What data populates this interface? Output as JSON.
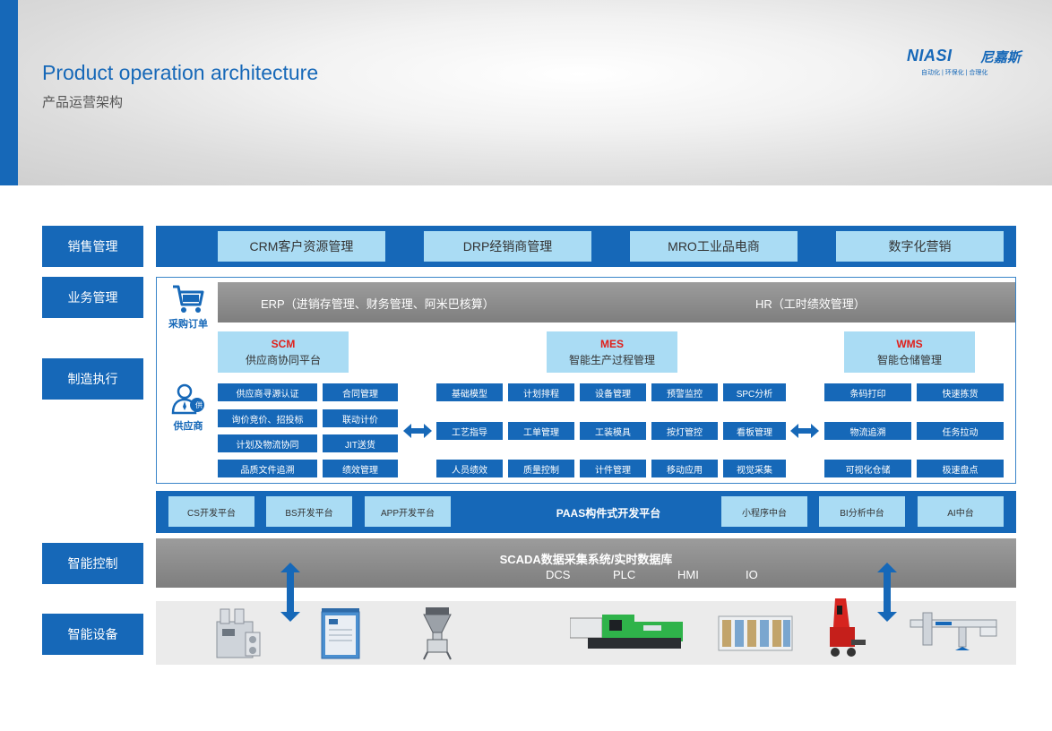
{
  "header": {
    "title_en": "Product operation architecture",
    "title_cn": "产品运营架构",
    "logo_mark": "NIASI",
    "logo_cn": "尼嘉斯",
    "logo_tagline": "自动化 | 环保化 | 合理化"
  },
  "side_labels": [
    "销售管理",
    "业务管理",
    "制造执行",
    "智能控制",
    "智能设备"
  ],
  "sales": [
    "CRM客户资源管理",
    "DRP经销商管理",
    "MRO工业品电商",
    "数字化营销"
  ],
  "business": {
    "purchase_label": "采购订单",
    "supplier_label": "供应商",
    "supplier_badge": "供",
    "erp": "ERP（进销存管理、财务管理、阿米巴核算）",
    "hr": "HR（工时绩效管理）"
  },
  "scm": {
    "name": "SCM",
    "subtitle": "供应商协同平台",
    "items": [
      "供应商寻源认证",
      "合同管理",
      "询价竞价、招投标",
      "联动计价",
      "计划及物流协同",
      "JIT送货",
      "品质文件追溯",
      "绩效管理"
    ]
  },
  "mes": {
    "name": "MES",
    "subtitle": "智能生产过程管理",
    "items": [
      "基础模型",
      "计划排程",
      "设备管理",
      "预警监控",
      "SPC分析",
      "工艺指导",
      "工单管理",
      "工装模具",
      "按灯管控",
      "看板管理",
      "人员绩效",
      "质量控制",
      "计件管理",
      "移动应用",
      "视觉采集"
    ]
  },
  "wms": {
    "name": "WMS",
    "subtitle": "智能仓储管理",
    "items": [
      "条码打印",
      "快速拣货",
      "物流追溯",
      "任务拉动",
      "可视化仓储",
      "极速盘点"
    ]
  },
  "platform": {
    "left": [
      "CS开发平台",
      "BS开发平台",
      "APP开发平台"
    ],
    "center": "PAAS构件式开发平台",
    "right": [
      "小程序中台",
      "BI分析中台",
      "AI中台"
    ]
  },
  "scada": {
    "title": "SCADA数据采集系统/实时数据库",
    "items": [
      "DCS",
      "PLC",
      "HMI",
      "IO"
    ]
  },
  "colors": {
    "primary_blue": "#1668b8",
    "light_blue": "#aadcf4",
    "gray_bar": "#8c8c8c",
    "module_red": "#e0201b"
  }
}
